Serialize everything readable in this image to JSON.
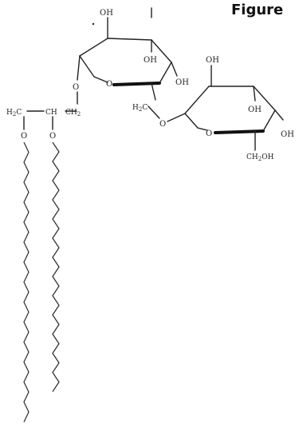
{
  "figure": {
    "title": "Figure"
  },
  "labels": {
    "ring1_oh_top": "OH",
    "ring1_oh_mid": "OH",
    "ring1_oh_right": "OH",
    "ring1_o_left": "O",
    "ring1_o_ring": "O",
    "linker_ch2": "H2C",
    "linker_o": "O",
    "ring2_oh_top": "OH",
    "ring2_oh_mid": "OH",
    "ring2_oh_right": "OH",
    "ring2_o_ring": "O",
    "ring2_ch2oh": "CH2OH",
    "glycerol_h2c": "H2C",
    "glycerol_ch": "CH",
    "glycerol_ch2": "CH2",
    "ester_o1": "O",
    "ester_o2": "O"
  },
  "colors": {
    "ink": "#222222",
    "background": "#ffffff"
  }
}
